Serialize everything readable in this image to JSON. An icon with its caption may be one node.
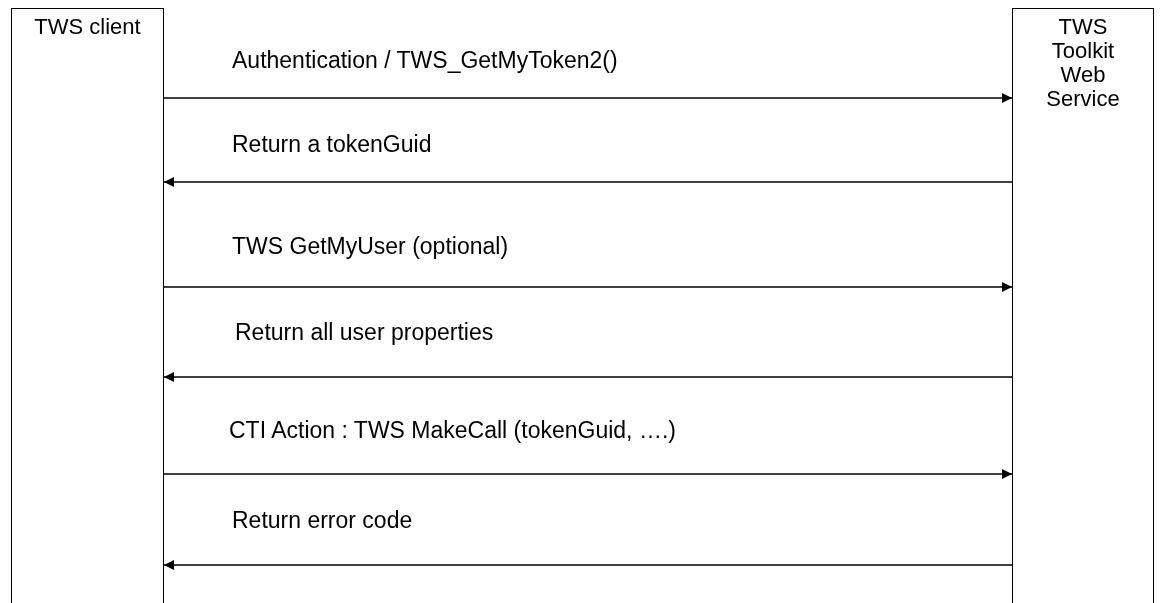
{
  "diagram": {
    "nodes": [
      {
        "text": [
          "TWS client"
        ]
      },
      {
        "text": [
          "TWS Toolkit Web Service"
        ]
      }
    ],
    "edges": [
      {
        "from": 0,
        "to": 1,
        "arrow": "to",
        "label": "Authentication / TWS_GetMyToken2()"
      },
      {
        "from": 1,
        "to": 0,
        "arrow": "to",
        "label": "Return a tokenGuid"
      },
      {
        "from": 0,
        "to": 1,
        "arrow": "to",
        "label": "TWS GetMyUser (optional)"
      },
      {
        "from": 1,
        "to": 0,
        "arrow": "to",
        "label": "Return all user properties"
      },
      {
        "from": 0,
        "to": 1,
        "arrow": "to",
        "label": "CTI Action : TWS MakeCall (tokenGuid, ….)"
      },
      {
        "from": 1,
        "to": 0,
        "arrow": "to",
        "label": "Return error code"
      }
    ]
  }
}
